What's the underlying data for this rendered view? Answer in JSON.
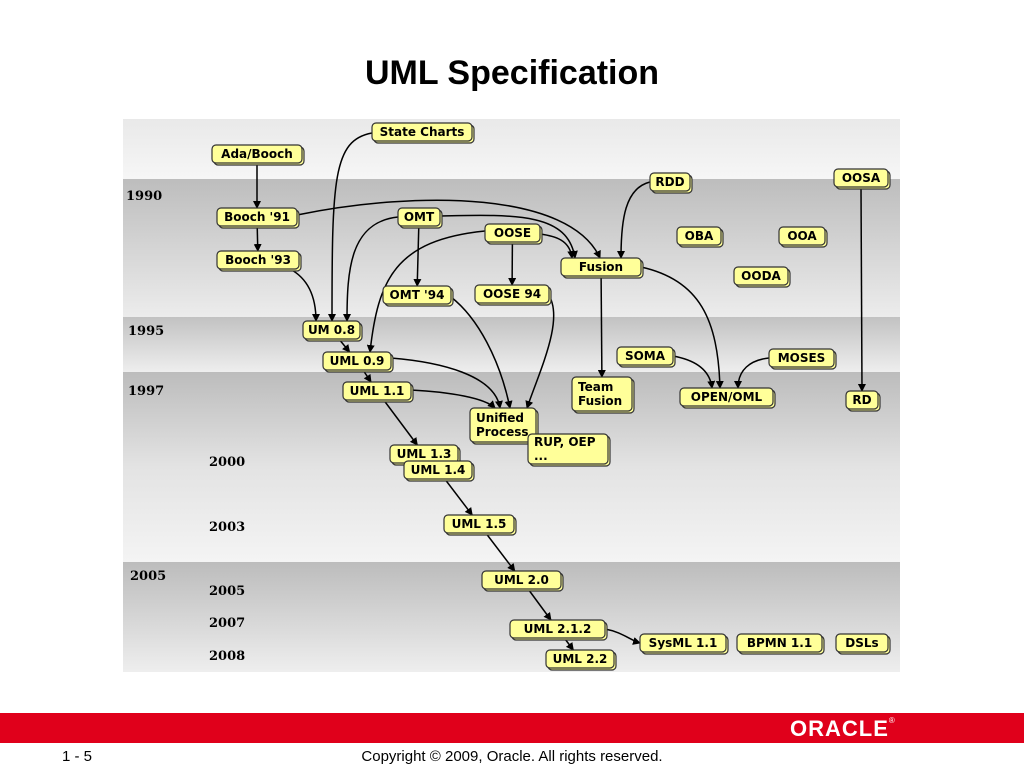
{
  "slide": {
    "title": "UML Specification",
    "page_number": "1 - 5",
    "copyright": "Copyright © 2009, Oracle. All rights reserved.",
    "logo_text": "ORACLE",
    "logo_mark": "®"
  },
  "colors": {
    "node_fill": "#ffff99",
    "footer_red": "#e0001b"
  },
  "diagram": {
    "year_labels": [
      {
        "id": "y1990",
        "text": "1990"
      },
      {
        "id": "y1995",
        "text": "1995"
      },
      {
        "id": "y1997",
        "text": "1997"
      },
      {
        "id": "y2000",
        "text": "2000"
      },
      {
        "id": "y2003",
        "text": "2003"
      },
      {
        "id": "y2005a",
        "text": "2005"
      },
      {
        "id": "y2005b",
        "text": "2005"
      },
      {
        "id": "y2007",
        "text": "2007"
      },
      {
        "id": "y2008",
        "text": "2008"
      }
    ],
    "nodes": [
      {
        "id": "statecharts",
        "lines": [
          "State Charts"
        ]
      },
      {
        "id": "adabooch",
        "lines": [
          "Ada/Booch"
        ]
      },
      {
        "id": "booch91",
        "lines": [
          "Booch '91"
        ]
      },
      {
        "id": "booch93",
        "lines": [
          "Booch '93"
        ]
      },
      {
        "id": "omt",
        "lines": [
          "OMT"
        ]
      },
      {
        "id": "oose",
        "lines": [
          "OOSE"
        ]
      },
      {
        "id": "rdd",
        "lines": [
          "RDD"
        ]
      },
      {
        "id": "oosa",
        "lines": [
          "OOSA"
        ]
      },
      {
        "id": "fusion",
        "lines": [
          "Fusion"
        ]
      },
      {
        "id": "oba",
        "lines": [
          "OBA"
        ]
      },
      {
        "id": "ooa",
        "lines": [
          "OOA"
        ]
      },
      {
        "id": "ooda",
        "lines": [
          "OODA"
        ]
      },
      {
        "id": "omt94",
        "lines": [
          "OMT '94"
        ]
      },
      {
        "id": "oose94",
        "lines": [
          "OOSE 94"
        ]
      },
      {
        "id": "um08",
        "lines": [
          "UM 0.8"
        ]
      },
      {
        "id": "uml09",
        "lines": [
          "UML 0.9"
        ]
      },
      {
        "id": "soma",
        "lines": [
          "SOMA"
        ]
      },
      {
        "id": "moses",
        "lines": [
          "MOSES"
        ]
      },
      {
        "id": "uml11",
        "lines": [
          "UML 1.1"
        ]
      },
      {
        "id": "teamfusion",
        "lines": [
          "Team",
          "Fusion"
        ]
      },
      {
        "id": "openoml",
        "lines": [
          "OPEN/OML"
        ]
      },
      {
        "id": "rd",
        "lines": [
          "RD"
        ]
      },
      {
        "id": "unified",
        "lines": [
          "Unified",
          "Process"
        ]
      },
      {
        "id": "rup",
        "lines": [
          "RUP, OEP",
          "..."
        ]
      },
      {
        "id": "uml13",
        "lines": [
          "UML 1.3"
        ]
      },
      {
        "id": "uml14",
        "lines": [
          "UML 1.4"
        ]
      },
      {
        "id": "uml15",
        "lines": [
          "UML 1.5"
        ]
      },
      {
        "id": "uml20",
        "lines": [
          "UML 2.0"
        ]
      },
      {
        "id": "uml212",
        "lines": [
          "UML 2.1.2"
        ]
      },
      {
        "id": "uml22",
        "lines": [
          "UML 2.2"
        ]
      },
      {
        "id": "sysml",
        "lines": [
          "SysML 1.1"
        ]
      },
      {
        "id": "bpmn",
        "lines": [
          "BPMN 1.1"
        ]
      },
      {
        "id": "dsls",
        "lines": [
          "DSLs"
        ]
      }
    ],
    "edges": [
      [
        "adabooch",
        "booch91"
      ],
      [
        "booch91",
        "booch93"
      ],
      [
        "booch91",
        "fusion"
      ],
      [
        "booch93",
        "um08"
      ],
      [
        "statecharts",
        "um08"
      ],
      [
        "omt",
        "um08"
      ],
      [
        "omt",
        "omt94"
      ],
      [
        "omt",
        "fusion"
      ],
      [
        "oose",
        "oose94"
      ],
      [
        "oose",
        "fusion"
      ],
      [
        "oose",
        "uml09"
      ],
      [
        "rdd",
        "fusion"
      ],
      [
        "fusion",
        "teamfusion"
      ],
      [
        "fusion",
        "openoml"
      ],
      [
        "oosa",
        "rd"
      ],
      [
        "um08",
        "uml09"
      ],
      [
        "uml09",
        "uml11"
      ],
      [
        "uml09",
        "unified"
      ],
      [
        "omt94",
        "unified"
      ],
      [
        "oose94",
        "unified"
      ],
      [
        "uml11",
        "unified"
      ],
      [
        "uml11",
        "uml13"
      ],
      [
        "unified",
        "rup"
      ],
      [
        "uml14",
        "uml15"
      ],
      [
        "uml15",
        "uml20"
      ],
      [
        "uml20",
        "uml212"
      ],
      [
        "uml212",
        "uml22"
      ],
      [
        "uml212",
        "sysml"
      ],
      [
        "soma",
        "openoml"
      ],
      [
        "moses",
        "openoml"
      ]
    ]
  }
}
